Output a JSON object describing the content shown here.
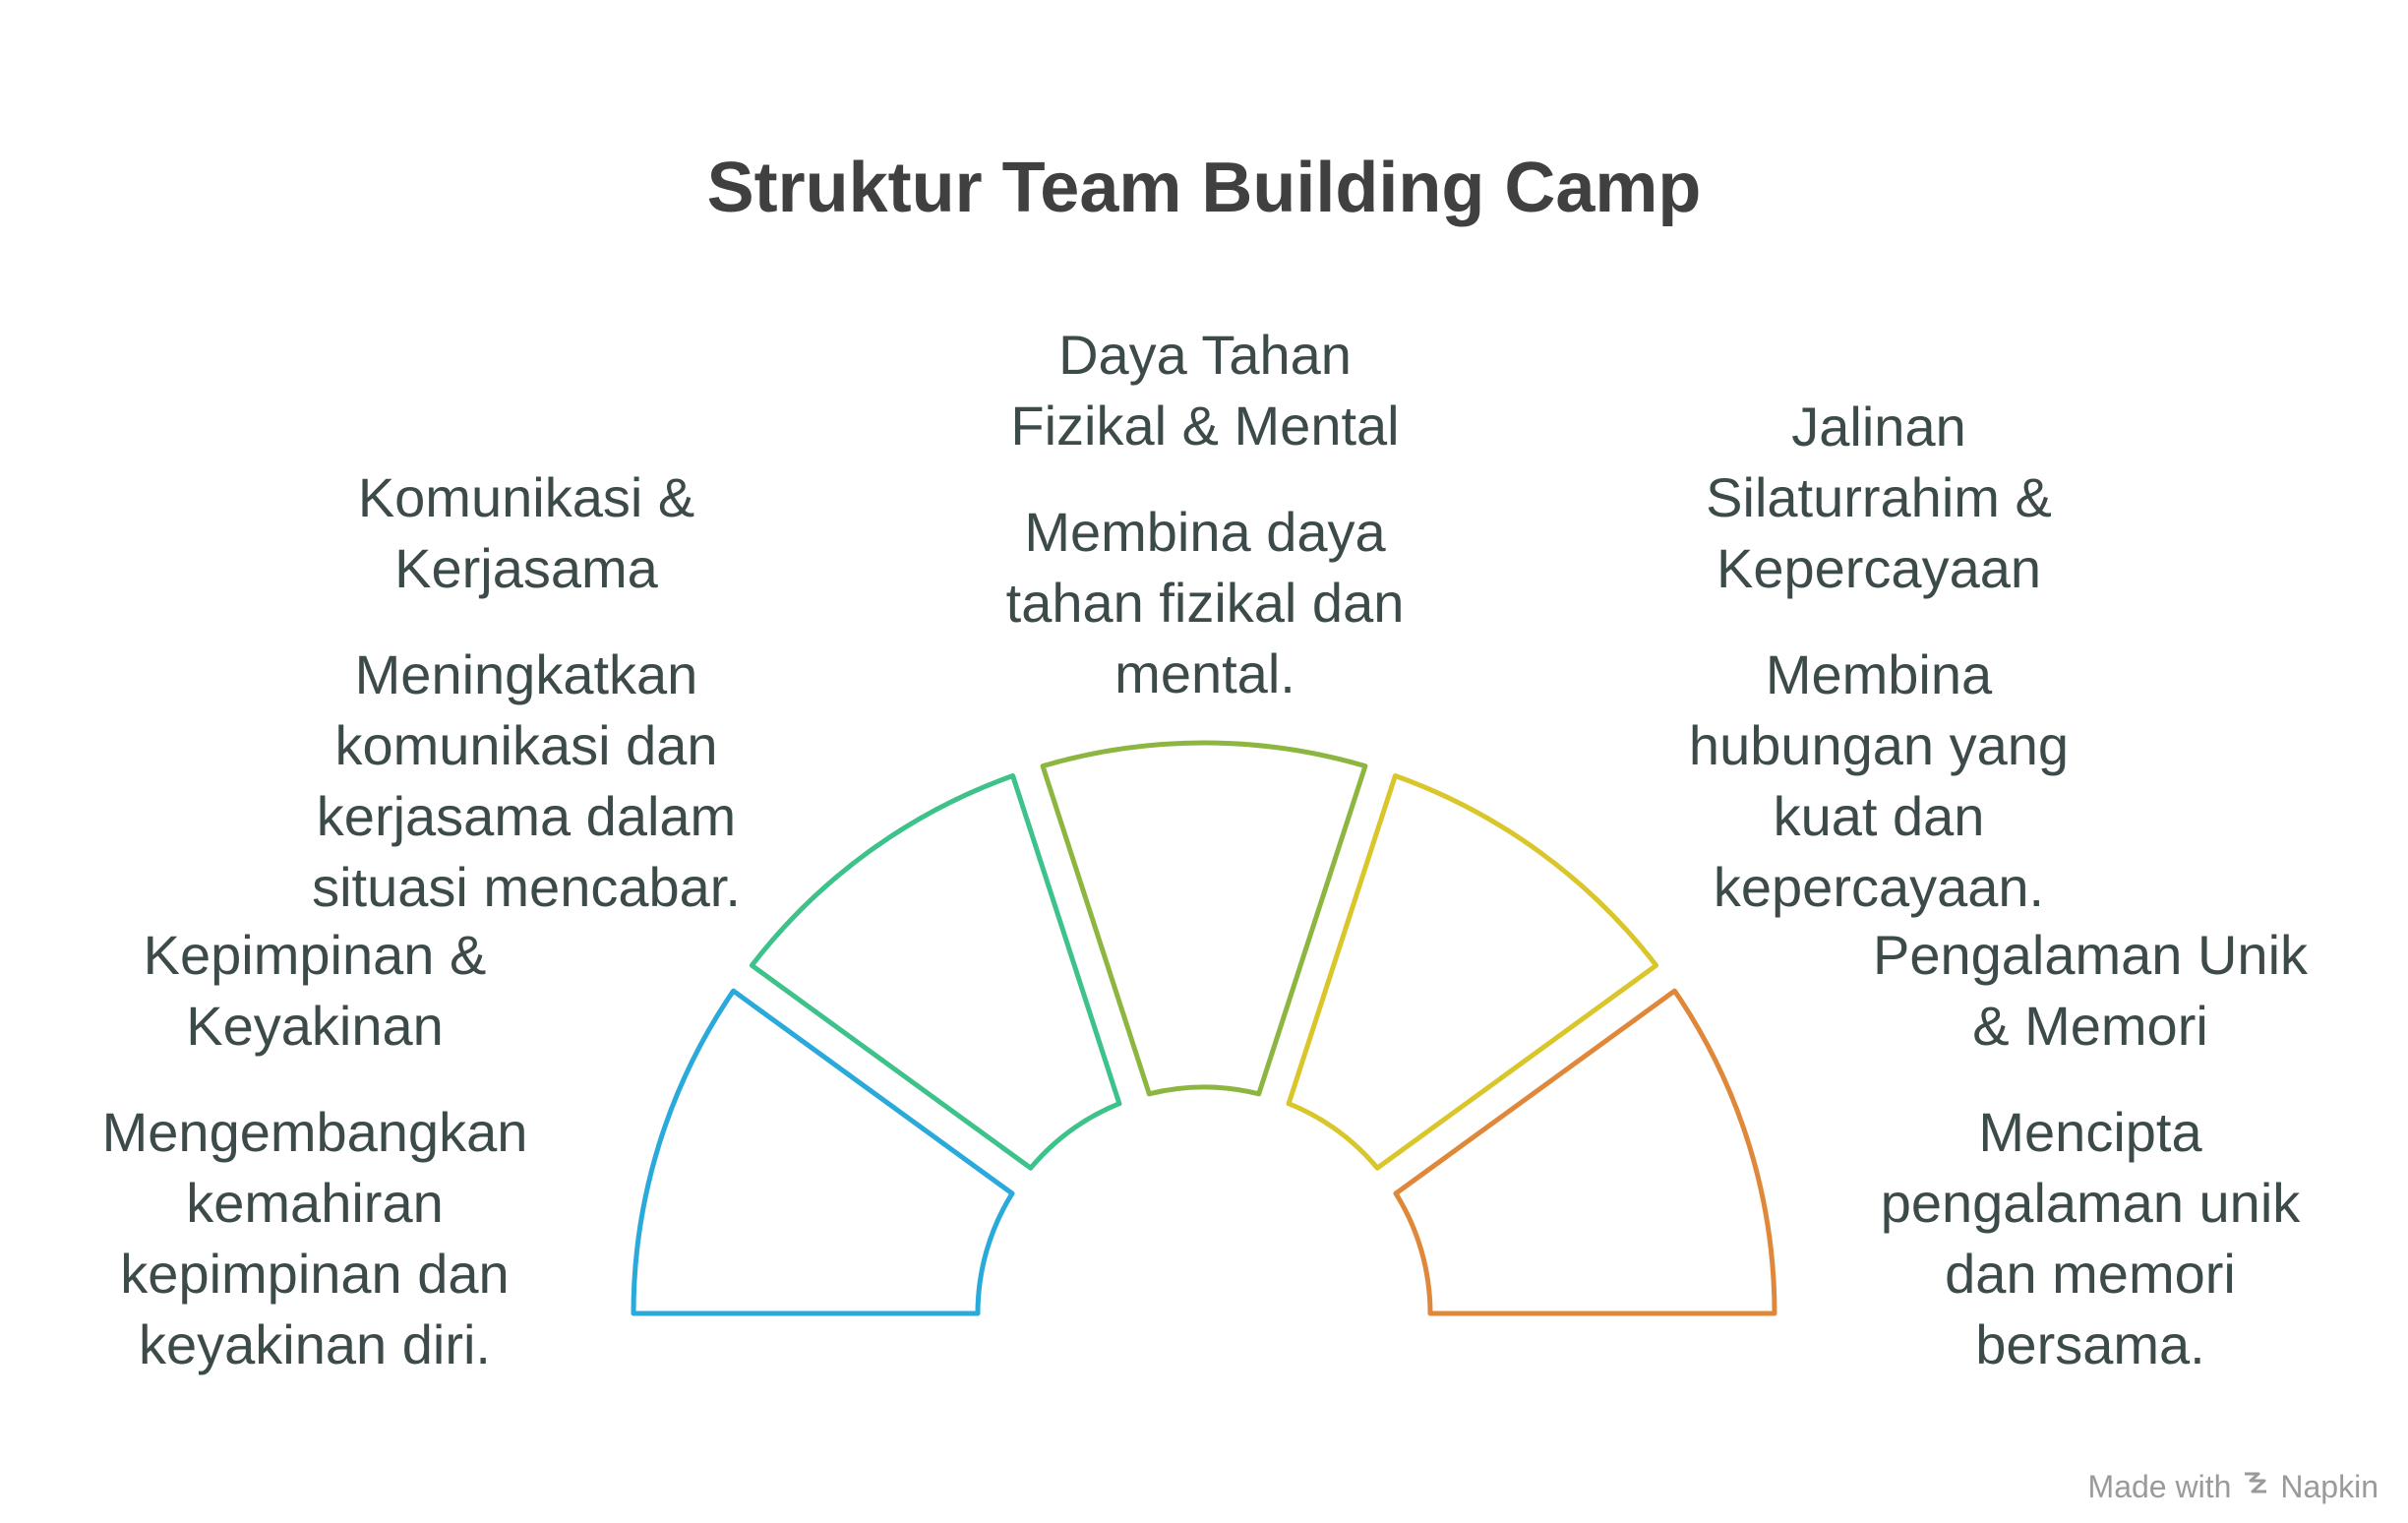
{
  "title": "Struktur Team Building Camp",
  "segments": [
    {
      "heading": "Kepimpinan & Keyakinan",
      "description": "Mengembangkan kemahiran kepimpinan dan keyakinan diri.",
      "color": "#2AA9DB"
    },
    {
      "heading": "Komunikasi & Kerjasama",
      "description": "Meningkatkan komunikasi dan kerjasama dalam situasi mencabar.",
      "color": "#3CC28A"
    },
    {
      "heading": "Daya Tahan Fizikal & Mental",
      "description": "Membina daya tahan fizikal dan mental.",
      "color": "#8CB640"
    },
    {
      "heading": "Jalinan Silaturrahim & Kepercayaan",
      "description": "Membina hubungan yang kuat dan kepercayaan.",
      "color": "#D9C62A"
    },
    {
      "heading": "Pengalaman Unik & Memori",
      "description": "Mencipta pengalaman unik dan memori bersama.",
      "color": "#E0883A"
    }
  ],
  "footer": {
    "made_with": "Made with",
    "brand": "Napkin"
  }
}
